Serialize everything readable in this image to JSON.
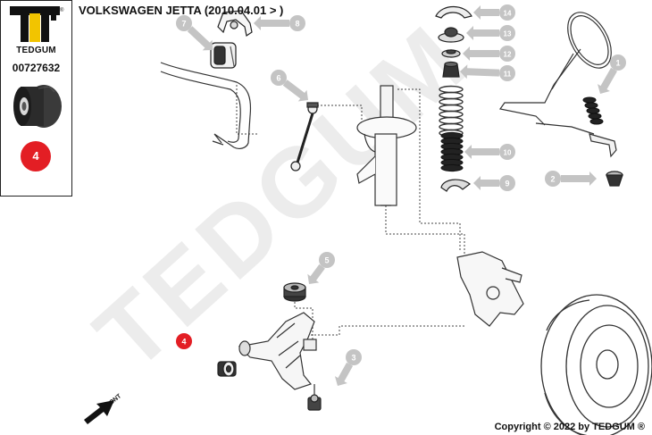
{
  "header": {
    "title": "VOLKSWAGEN JETTA (2010.04.01 > )"
  },
  "panel": {
    "brand": "TEDGUM",
    "part_number": "00727632",
    "selected_number": "4"
  },
  "watermark": "TEDGUM",
  "direction_label": "FRONT",
  "copyright": "Copyright © 2022 by TEDGUM ®",
  "callouts": [
    {
      "number": "1",
      "selected": false
    },
    {
      "number": "2",
      "selected": false
    },
    {
      "number": "3",
      "selected": false
    },
    {
      "number": "4",
      "selected": true
    },
    {
      "number": "5",
      "selected": false
    },
    {
      "number": "6",
      "selected": false
    },
    {
      "number": "7",
      "selected": false
    },
    {
      "number": "8",
      "selected": false
    },
    {
      "number": "9",
      "selected": false
    },
    {
      "number": "10",
      "selected": false
    },
    {
      "number": "11",
      "selected": false
    },
    {
      "number": "12",
      "selected": false
    },
    {
      "number": "13",
      "selected": false
    },
    {
      "number": "14",
      "selected": false
    }
  ],
  "colors": {
    "callout_grey": "#c4c4c4",
    "callout_selected": "#e31e24",
    "logo_yellow": "#f2c400",
    "watermark": "#ebebeb"
  }
}
